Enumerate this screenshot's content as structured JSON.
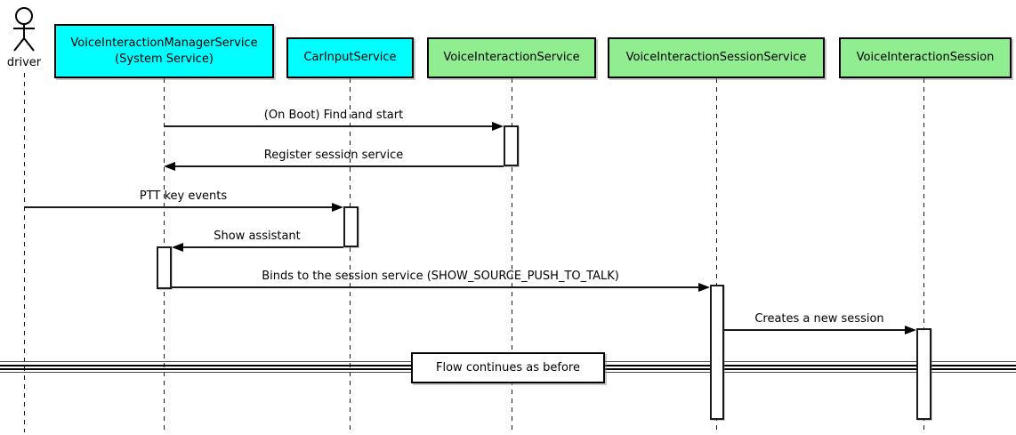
{
  "diagram": {
    "type": "uml-sequence-diagram",
    "actor": {
      "label": "driver"
    },
    "participants": [
      {
        "label": "VoiceInteractionManagerService",
        "sublabel": "(System Service)",
        "fill": "#00FFFF"
      },
      {
        "label": "CarInputService",
        "fill": "#00FFFF"
      },
      {
        "label": "VoiceInteractionService",
        "fill": "#90EE90"
      },
      {
        "label": "VoiceInteractionSessionService",
        "fill": "#90EE90"
      },
      {
        "label": "VoiceInteractionSession",
        "fill": "#90EE90"
      }
    ],
    "messages": [
      {
        "from": "VoiceInteractionManagerService",
        "to": "VoiceInteractionService",
        "direction": "right",
        "label": "(On Boot) Find and start"
      },
      {
        "from": "VoiceInteractionService",
        "to": "VoiceInteractionManagerService",
        "direction": "left",
        "label": "Register session service"
      },
      {
        "from": "driver",
        "to": "CarInputService",
        "direction": "right",
        "label": "PTT key events"
      },
      {
        "from": "CarInputService",
        "to": "VoiceInteractionManagerService",
        "direction": "left",
        "label": "Show assistant"
      },
      {
        "from": "VoiceInteractionManagerService",
        "to": "VoiceInteractionSessionService",
        "direction": "right",
        "label": "Binds to the session service (SHOW_SOURCE_PUSH_TO_TALK)"
      },
      {
        "from": "VoiceInteractionSessionService",
        "to": "VoiceInteractionSession",
        "direction": "right",
        "label": "Creates a new session"
      }
    ],
    "divider": {
      "label": "Flow continues as before"
    },
    "colors": {
      "participant_cyan": "#00FFFF",
      "participant_green": "#90EE90",
      "border": "#000000",
      "background": "#FFFFFF"
    }
  }
}
